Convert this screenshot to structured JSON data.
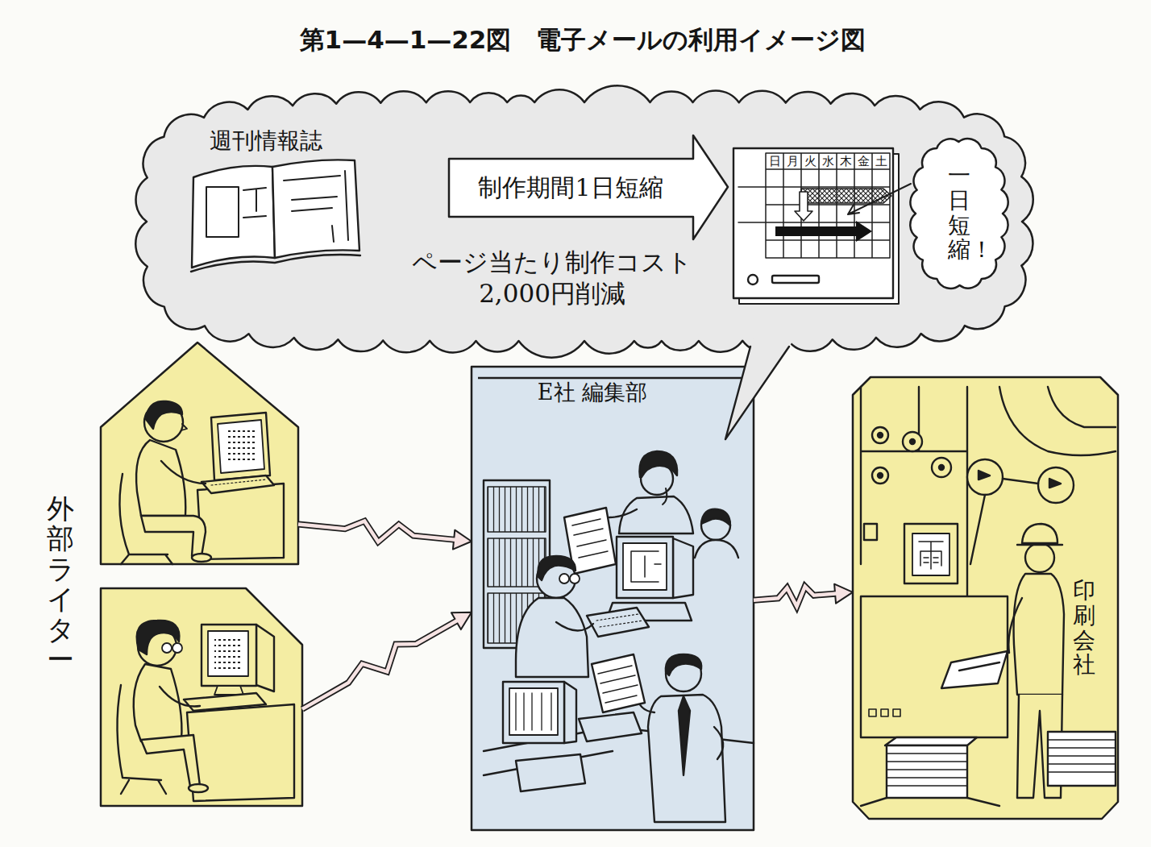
{
  "diagram": {
    "title": "第1—4—1—22図　電子メールの利用イメージ図",
    "nodes": [
      {
        "text": [
          "週刊情報誌",
          "ページ当たり制作コスト 2,000円削減"
        ]
      },
      {
        "text": [
          "制作期間1日短縮"
        ],
        "in": 0
      },
      {
        "text": [
          "一日短縮！"
        ],
        "in": 0
      },
      {
        "text": []
      },
      {
        "text": []
      },
      {
        "text": [
          "E社 編集部"
        ]
      },
      {
        "text": [
          "印刷会社"
        ]
      }
    ],
    "edges": [
      {
        "from": 3,
        "to": 5,
        "arrow": "to"
      },
      {
        "from": 4,
        "to": 5,
        "arrow": "to"
      },
      {
        "from": 5,
        "to": 6,
        "arrow": "to"
      }
    ],
    "labels": [
      "外部ライター",
      "日",
      "月",
      "火",
      "水",
      "木",
      "金",
      "土"
    ]
  }
}
